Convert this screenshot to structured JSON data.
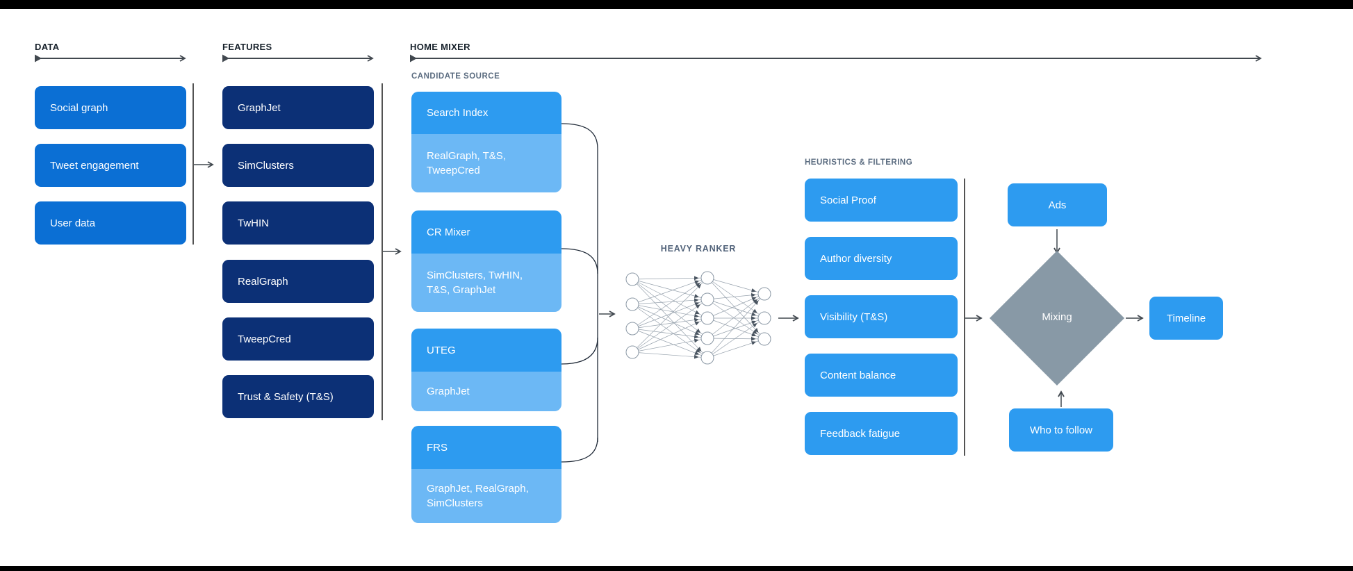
{
  "labels": {
    "data": "DATA",
    "features": "FEATURES",
    "home_mixer": "HOME MIXER",
    "candidate_source": "CANDIDATE SOURCE",
    "heavy_ranker": "HEAVY RANKER",
    "heuristics": "HEURISTICS & FILTERING"
  },
  "data_sources": [
    "Social graph",
    "Tweet engagement",
    "User data"
  ],
  "features": [
    "GraphJet",
    "SimClusters",
    "TwHIN",
    "RealGraph",
    "TweepCred",
    "Trust & Safety (T&S)"
  ],
  "candidate_sources": [
    {
      "name": "Search Index",
      "features": "RealGraph, T&S, TweepCred"
    },
    {
      "name": "CR Mixer",
      "features": "SimClusters, TwHIN, T&S, GraphJet"
    },
    {
      "name": "UTEG",
      "features": "GraphJet"
    },
    {
      "name": "FRS",
      "features": "GraphJet, RealGraph, SimClusters"
    }
  ],
  "heuristics": [
    "Social Proof",
    "Author diversity",
    "Visibility (T&S)",
    "Content balance",
    "Feedback fatigue"
  ],
  "mixing": {
    "ads": "Ads",
    "mixing": "Mixing",
    "who_to_follow": "Who to follow",
    "timeline": "Timeline"
  },
  "heavy_ranker_nn": {
    "layers": [
      4,
      5,
      3
    ]
  },
  "colors": {
    "data_box": "#0b6fd4",
    "feature_box": "#0c3076",
    "primary_blue": "#2d9bf0",
    "light_blue": "#6cb8f5",
    "diamond_gray": "#8899a6",
    "header_text": "#16202a",
    "sublabel_text": "#5b6c80",
    "line": "#41484f"
  }
}
